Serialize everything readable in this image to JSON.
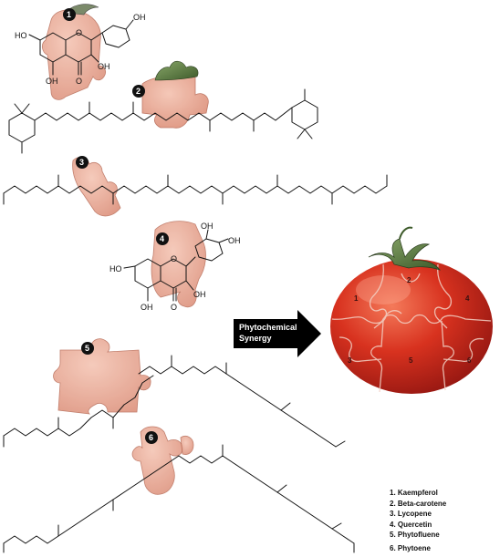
{
  "compounds": [
    {
      "number": "1",
      "name": "Kaempferol"
    },
    {
      "number": "2",
      "name": "Beta-carotene"
    },
    {
      "number": "3",
      "name": "Lycopene"
    },
    {
      "number": "4",
      "name": "Quercetin"
    },
    {
      "number": "5",
      "name": "Phytofluene"
    },
    {
      "number": "6",
      "name": "Phytoene"
    }
  ],
  "legend": [
    "1. Kaempferol",
    "2. Beta-carotene",
    "3. Lycopene",
    "4. Quercetin",
    "5. Phytofluene",
    "6. Phytoene"
  ],
  "arrow_label": {
    "line1": "Phytochemical",
    "line2": "Synergy"
  },
  "structure_labels": {
    "kaempferol": {
      "ho_left": "HO",
      "oh_top": "OH",
      "oh_mid": "OH",
      "oh_bottom": "OH",
      "o_ring": "O",
      "o_keto": "O"
    },
    "quercetin": {
      "oh_top1": "OH",
      "oh_top2": "OH",
      "ho_left": "HO",
      "oh_right": "OH",
      "oh_bottom": "OH",
      "o_ring": "O",
      "o_keto": "O"
    }
  },
  "tomato_pieces": [
    "1",
    "2",
    "3",
    "4",
    "5",
    "6"
  ],
  "colors": {
    "puzzle_fill": "#e9a48e",
    "tomato_red": "#c8281c",
    "tomato_highlight": "#f06a4e",
    "stem_green": "#3d6a2a",
    "arrow_black": "#000000"
  }
}
